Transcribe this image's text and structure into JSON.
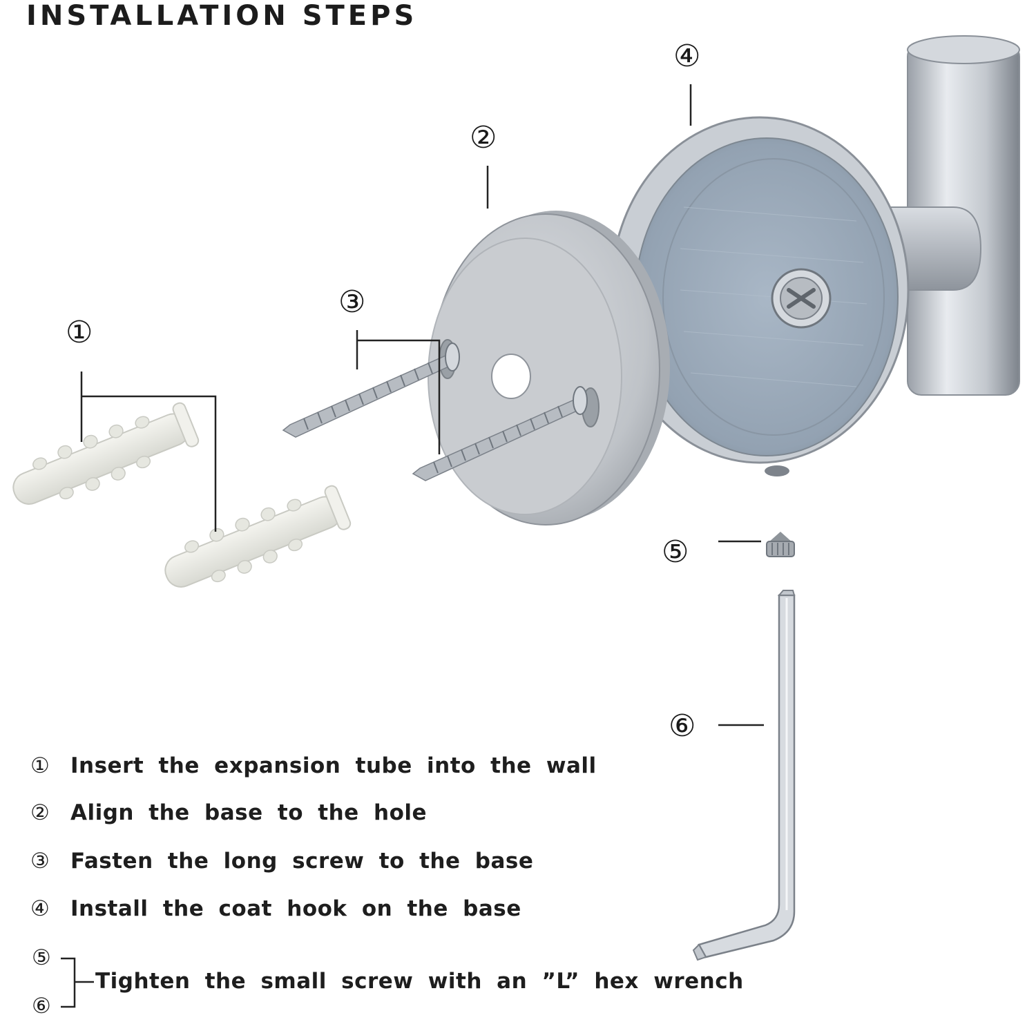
{
  "title": "INSTALLATION STEPS",
  "callouts": {
    "c1": "①",
    "c2": "②",
    "c3": "③",
    "c4": "④",
    "c5": "⑤",
    "c6": "⑥"
  },
  "parts": [
    {
      "id": "1",
      "name": "expansion tube"
    },
    {
      "id": "2",
      "name": "base"
    },
    {
      "id": "3",
      "name": "long screw"
    },
    {
      "id": "4",
      "name": "coat hook"
    },
    {
      "id": "5",
      "name": "small screw"
    },
    {
      "id": "6",
      "name": "L hex wrench"
    }
  ],
  "steps": [
    {
      "num": "①",
      "text": "Insert the expansion tube into the wall"
    },
    {
      "num": "②",
      "text": "Align the base to the hole"
    },
    {
      "num": "③",
      "text": "Fasten the long screw to the base"
    },
    {
      "num": "④",
      "text": "Install the coat hook on the base"
    }
  ],
  "final_step": {
    "num_a": "⑤",
    "num_b": "⑥",
    "text": "Tighten the small screw with an ”L” hex wrench"
  },
  "colors": {
    "metal_light": "#e6e9ed",
    "metal_mid": "#b9bec5",
    "metal_dark": "#8a9098",
    "plastic": "#eeeee8",
    "ink": "#1a1a1a"
  }
}
